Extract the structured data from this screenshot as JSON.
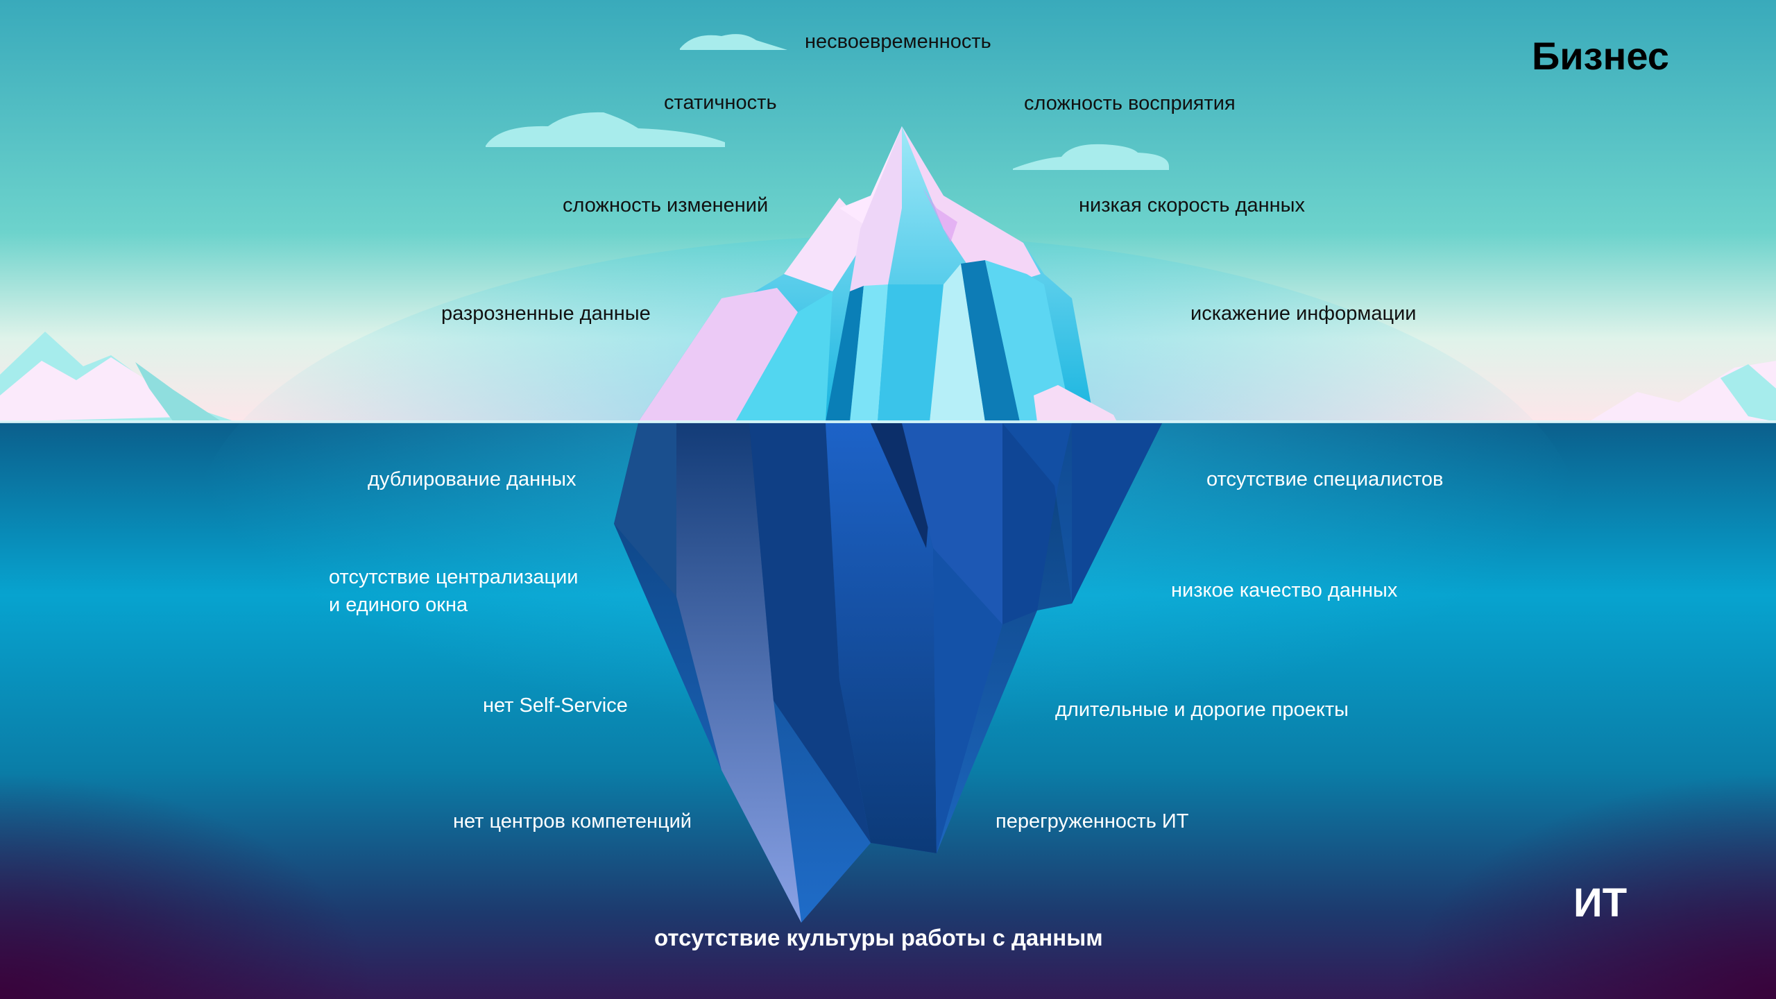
{
  "layers": {
    "top": "Бизнес",
    "bottom": "ИТ"
  },
  "above_water": {
    "l1": "несвоевременность",
    "l2": "статичность",
    "l3": "сложность восприятия",
    "l4": "сложность изменений",
    "l5": "низкая скорость данных",
    "l6": "разрозненные данные",
    "l7": "искажение информации"
  },
  "below_water": {
    "l1": "дублирование данных",
    "l2": "отсутствие специалистов",
    "l3a": "отсутствие централизации",
    "l3b": "и единого окна",
    "l4": "низкое качество данных",
    "l5": "нет Self-Service",
    "l6": "длительные и дорогие проекты",
    "l7": "нет центров компетенций",
    "l8": "перегруженность ИТ"
  },
  "base": "отсутствие культуры работы с данным"
}
